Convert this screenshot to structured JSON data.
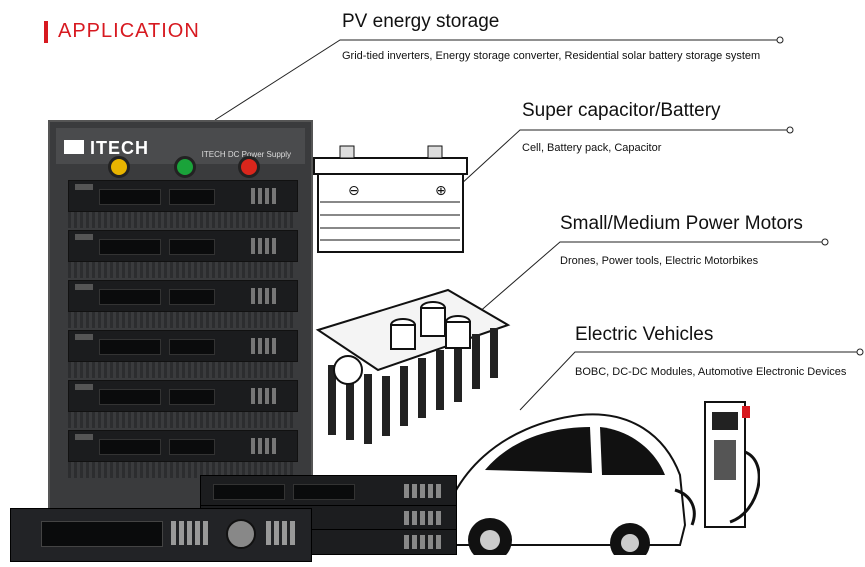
{
  "section": {
    "title": "APPLICATION",
    "accent": "#d71920"
  },
  "applications": [
    {
      "heading": "PV energy storage",
      "desc": "Grid-tied inverters, Energy storage converter, Residential solar battery storage system"
    },
    {
      "heading": "Super capacitor/Battery",
      "desc": "Cell, Battery pack, Capacitor"
    },
    {
      "heading": "Small/Medium Power Motors",
      "desc": "Drones, Power tools, Electric Motorbikes"
    },
    {
      "heading": "Electric Vehicles",
      "desc": "BOBC, DC-DC Modules, Automotive Electronic Devices"
    }
  ],
  "rack": {
    "brand": "ITECH",
    "label": "ITECH  DC  Power  Supply"
  },
  "icons": [
    "power-supply-rack-image",
    "battery-image",
    "motor-controller-image",
    "electric-car-image",
    "charging-station-image",
    "bench-power-supply-image"
  ]
}
